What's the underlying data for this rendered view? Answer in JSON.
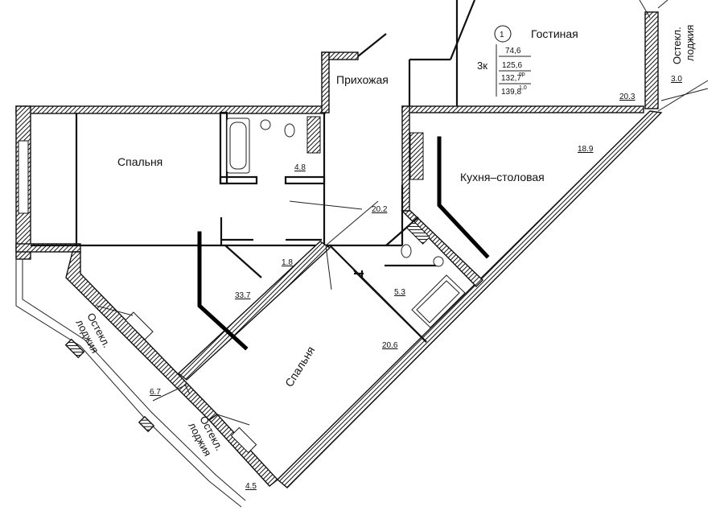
{
  "apartment": {
    "number": "1",
    "type": "3к",
    "areas": {
      "living": "74,6",
      "total": "125,6",
      "reduced": "132,7",
      "reduced_sup": "пр",
      "full": "139,8",
      "full_sup": "1,0"
    }
  },
  "rooms": {
    "living_room": "Гостиная",
    "hallway": "Прихожая",
    "bedroom_1": "Спальня",
    "bedroom_2": "Спальня",
    "kitchen": "Кухня–столовая"
  },
  "loggias": {
    "top_right_line1": "Остекл.",
    "top_right_line2": "лоджия",
    "left_line1": "Остекл.",
    "left_line2": "лоджия",
    "bottom_line1": "Остекл.",
    "bottom_line2": "лоджия"
  },
  "areas": {
    "a_20_3": "20.3",
    "a_3_0": "3.0",
    "a_18_9": "18.9",
    "a_4_8": "4.8",
    "a_20_2": "20.2",
    "a_1_8": "1.8",
    "a_33_7": "33.7",
    "a_5_3": "5.3",
    "a_20_6": "20.6",
    "a_6_7": "6.7",
    "a_4_5": "4.5"
  }
}
